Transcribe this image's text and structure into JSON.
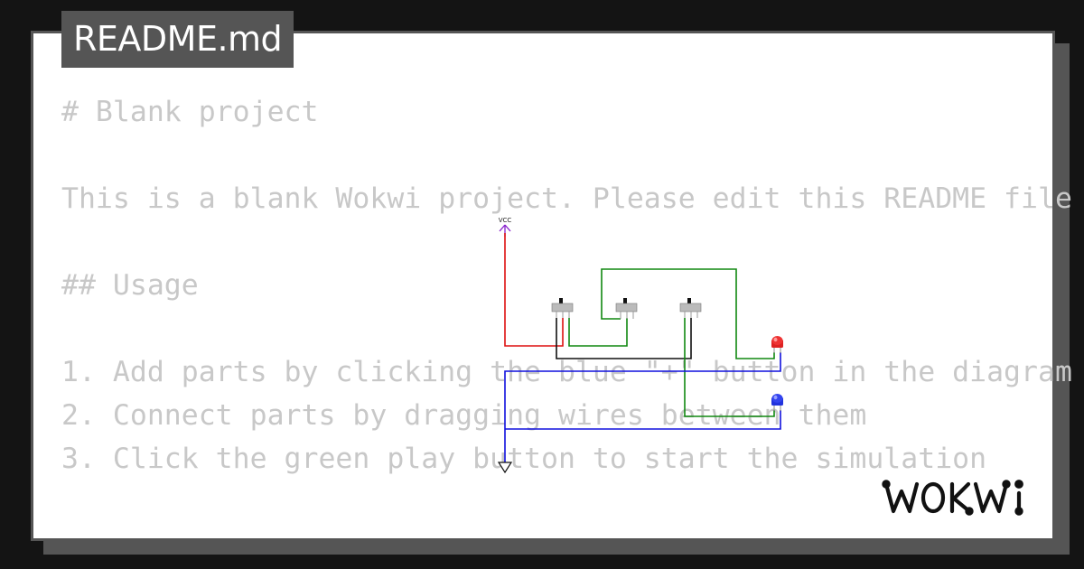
{
  "tab": {
    "title": "README.md"
  },
  "readme": {
    "lines": [
      "# Blank project",
      "",
      "This is a blank Wokwi project. Please edit this README file",
      "",
      "## Usage",
      "",
      "1. Add parts by clicking the blue \"+\" button in the diagram",
      "2. Connect parts by dragging wires between them",
      "3. Click the green play button to start the simulation"
    ]
  },
  "diagram": {
    "vcc_label": "VCC",
    "wire_colors": {
      "red": "#dd1111",
      "green": "#118811",
      "black": "#111111",
      "blue": "#1111dd",
      "vcc": "#8822cc"
    },
    "led_colors": {
      "red": "#ee2222",
      "blue": "#2233ee"
    },
    "switch_icon": "slide-switch-icon",
    "ground_icon": "ground-symbol-icon"
  },
  "brand": {
    "logo": "wokwi-logo"
  },
  "colors": {
    "background": "#141414",
    "card_border": "#555555",
    "text": "#c8c8c8"
  }
}
